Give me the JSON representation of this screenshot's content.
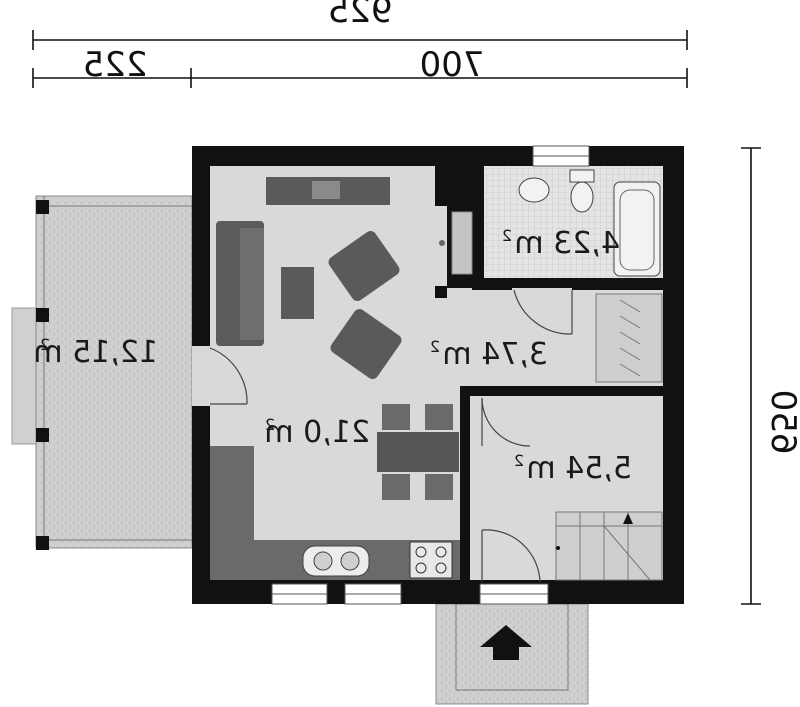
{
  "dimensions": {
    "top_total": "925",
    "top_left": "225",
    "top_right": "700",
    "right_side": "650"
  },
  "rooms": [
    {
      "id": "terrace",
      "area": "12,15 m",
      "sup": "2"
    },
    {
      "id": "living",
      "area": "21,0 m",
      "sup": "2"
    },
    {
      "id": "bathroom",
      "area": "4,23 m",
      "sup": "2"
    },
    {
      "id": "hall",
      "area": "3,74 m",
      "sup": "2"
    },
    {
      "id": "vestibule",
      "area": "5,54 m",
      "sup": "2"
    }
  ],
  "colors": {
    "wall": "#111111",
    "floor": "#d9d9d9",
    "terrace_floor": "#c9c9c9",
    "furniture": "#555555",
    "tile": "#e6e6e6"
  }
}
